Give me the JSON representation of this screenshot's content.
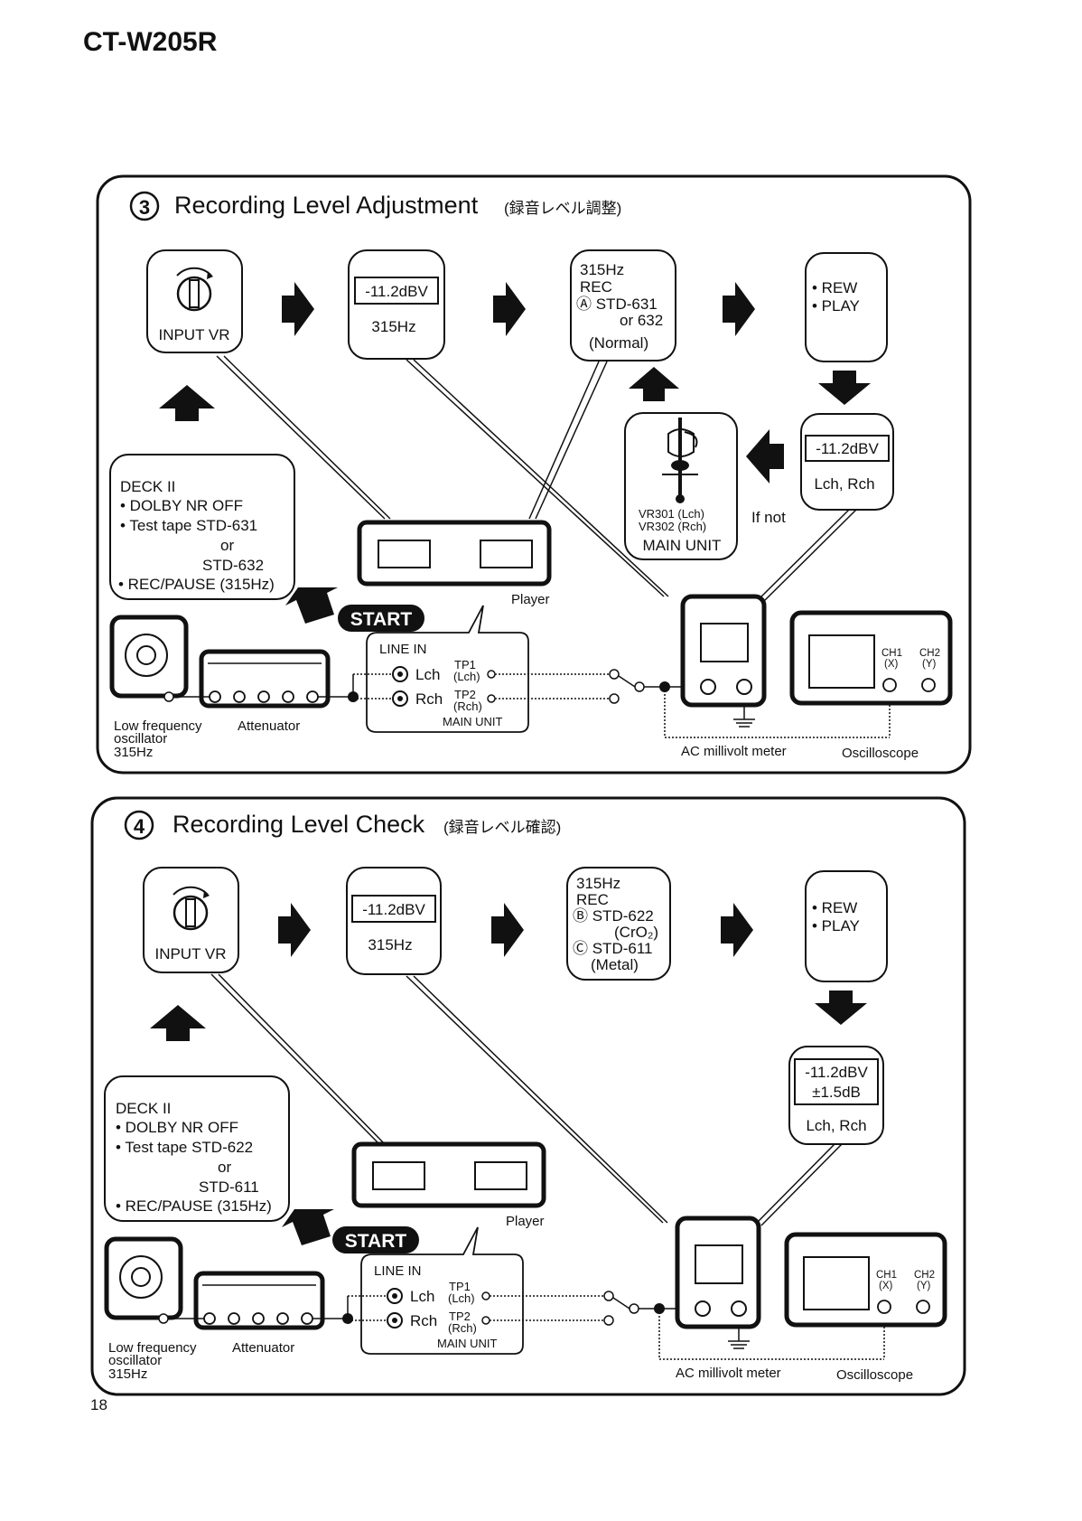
{
  "document": {
    "title": "CT-W205R",
    "page_number": "18"
  },
  "panels": [
    {
      "step": "3",
      "title": "Recording Level Adjustment",
      "title_jp": "(録音レベル調整)",
      "box_input_vr": {
        "label": "INPUT VR"
      },
      "box_level": {
        "value": "-11.2dBV",
        "freq": "315Hz"
      },
      "box_rec": {
        "lines": [
          "315Hz",
          "REC",
          "Ⓐ STD-631",
          "or 632",
          "(Normal)"
        ]
      },
      "box_rew_play": {
        "lines": [
          "• REW",
          "• PLAY"
        ]
      },
      "box_meter": {
        "lines": [
          "-11.2dBV",
          "Lch, Rch"
        ]
      },
      "box_main_unit_vr": {
        "lines": [
          "VR301 (Lch)",
          "VR302 (Rch)",
          "MAIN UNIT"
        ]
      },
      "if_not": "If not",
      "box_deck": {
        "lines": [
          "DECK II",
          "• DOLBY NR OFF",
          "• Test tape STD-631",
          "or",
          "STD-632",
          "• REC/PAUSE (315Hz)"
        ]
      },
      "player_label": "Player",
      "start_label": "START",
      "line_in": {
        "title": "LINE IN",
        "lch": "Lch",
        "rch": "Rch",
        "tp1": "TP1",
        "tp1_sub": "(Lch)",
        "tp2": "TP2",
        "tp2_sub": "(Rch)",
        "unit": "MAIN UNIT"
      },
      "oscillator_label": [
        "Low frequency",
        "oscillator",
        "315Hz"
      ],
      "attenuator_label": "Attenuator",
      "ac_meter_label": "AC millivolt meter",
      "oscilloscope_label": "Oscilloscope",
      "ch1": [
        "CH1",
        "(X)"
      ],
      "ch2": [
        "CH2",
        "(Y)"
      ]
    },
    {
      "step": "4",
      "title": "Recording Level Check",
      "title_jp": "(録音レベル確認)",
      "box_input_vr": {
        "label": "INPUT VR"
      },
      "box_level": {
        "value": "-11.2dBV",
        "freq": "315Hz"
      },
      "box_rec": {
        "lines": [
          "315Hz",
          "REC",
          "Ⓑ STD-622",
          "(CrO₂)",
          "Ⓒ STD-611",
          "(Metal)"
        ]
      },
      "box_rew_play": {
        "lines": [
          "• REW",
          "• PLAY"
        ]
      },
      "box_meter": {
        "lines": [
          "-11.2dBV",
          "±1.5dB",
          "Lch, Rch"
        ]
      },
      "box_deck": {
        "lines": [
          "DECK II",
          "• DOLBY NR OFF",
          "• Test tape STD-622",
          "or",
          "STD-611",
          "• REC/PAUSE (315Hz)"
        ]
      },
      "player_label": "Player",
      "start_label": "START",
      "line_in": {
        "title": "LINE IN",
        "lch": "Lch",
        "rch": "Rch",
        "tp1": "TP1",
        "tp1_sub": "(Lch)",
        "tp2": "TP2",
        "tp2_sub": "(Rch)",
        "unit": "MAIN UNIT"
      },
      "oscillator_label": [
        "Low frequency",
        "oscillator",
        "315Hz"
      ],
      "attenuator_label": "Attenuator",
      "ac_meter_label": "AC millivolt meter",
      "oscilloscope_label": "Oscilloscope",
      "ch1": [
        "CH1",
        "(X)"
      ],
      "ch2": [
        "CH2",
        "(Y)"
      ]
    }
  ]
}
